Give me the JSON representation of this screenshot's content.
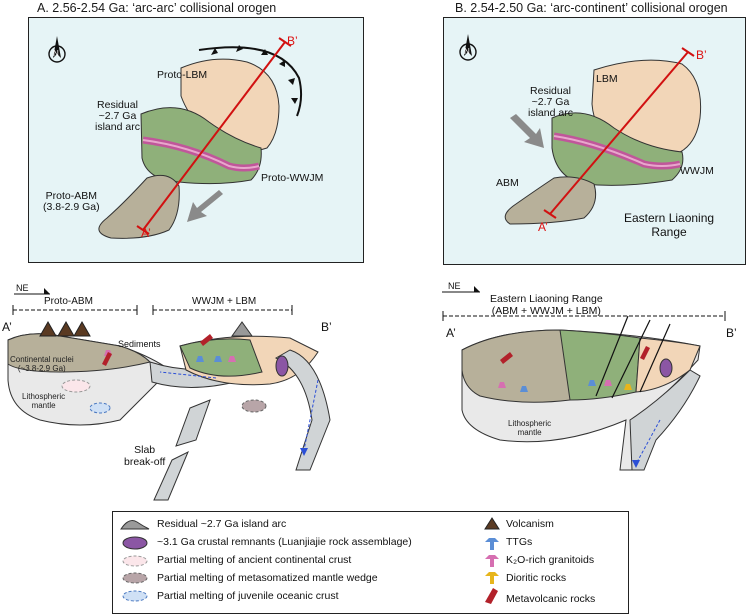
{
  "panel_a": {
    "title": "A. 2.56-2.54 Ga: ‘arc-arc’ collisional orogen",
    "north": "N",
    "labels": {
      "proto_lbm": "Proto-LBM",
      "residual": [
        "Residual",
        "~2.7 Ga",
        "island arc"
      ],
      "proto_wwjm": "Proto-WWJM",
      "proto_abm": [
        "Proto-ABM",
        "(3.8-2.9 Ga)"
      ],
      "b_prime": "B’",
      "a_prime": "A’"
    }
  },
  "panel_b": {
    "title": "B. 2.54-2.50 Ga: ‘arc-continent’ collisional orogen",
    "north": "N",
    "labels": {
      "lbm": "LBM",
      "residual": [
        "Residual",
        "~2.7 Ga",
        "island arc"
      ],
      "abm": "ABM",
      "wwjm": "WWJM",
      "range": [
        "Eastern Liaoning",
        "Range"
      ],
      "b_prime": "B’",
      "a_prime": "A’"
    }
  },
  "section_a": {
    "ne": "NE",
    "seg1": "Proto-ABM",
    "seg2": "WWJM + LBM",
    "a_prime": "A’",
    "b_prime": "B’",
    "sediments": "Sediments",
    "nuclei": [
      "Continental nuclei",
      "(~3.8-2.9 Ga)"
    ],
    "litho": [
      "Lithospheric",
      "mantle"
    ],
    "slab": [
      "Slab",
      "break-off"
    ]
  },
  "section_b": {
    "ne": "NE",
    "seg": [
      "Eastern Liaoning Range",
      "(ABM + WWJM + LBM)"
    ],
    "a_prime": "A’",
    "b_prime": "B’",
    "litho": [
      "Lithospheric",
      "mantle"
    ]
  },
  "legend": {
    "left": [
      "Residual ~2.7 Ga island arc",
      "~3.1 Ga crustal remnants (Luanjiajie rock assemblage)",
      "Partial melting of ancient continental crust",
      "Partial melting of metasomatized mantle wedge",
      "Partial melting of juvenile oceanic crust"
    ],
    "right": [
      "Volcanism",
      "TTGs",
      "K₂O-rich granitoids",
      "Dioritic rocks",
      "Metavolcanic rocks"
    ]
  },
  "colors": {
    "map_bg": "#e6f4f6",
    "arc_green": "#8fb07a",
    "beige": "#f2d6b8",
    "grey_block": "#b7b09a",
    "pink_band": "#c0569a",
    "red_line": "#d11111",
    "slab": "#d0d4d6",
    "ttg_blue": "#5b8ed6",
    "k2o_pink": "#d66fb1",
    "diorite_yellow": "#e7b51c",
    "metavolc_red": "#b2212a",
    "remnant_purple": "#8b56a4"
  }
}
